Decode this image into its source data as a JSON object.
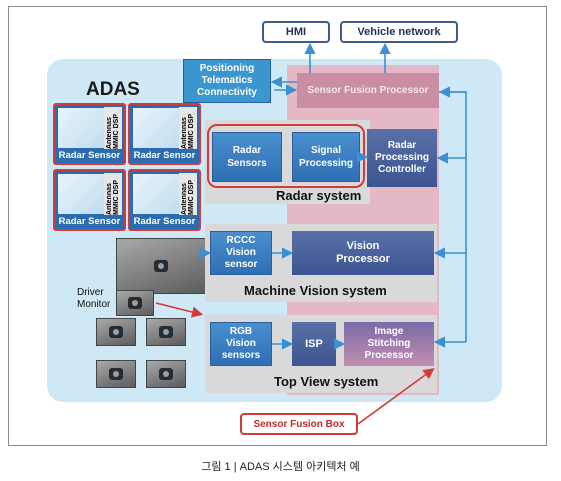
{
  "top": {
    "hmi": "HMI",
    "vehicle_network": "Vehicle network"
  },
  "adas_title": "ADAS",
  "positioning": "Positioning\nTelematics\nConnectivity",
  "sensor_fusion_processor": "Sensor Fusion Processor",
  "radar_sensors": [
    {
      "label": "Radar Sensor",
      "chip": "Antennas MMIC DSP"
    },
    {
      "label": "Radar Sensor",
      "chip": "Antennas MMIC DSP"
    },
    {
      "label": "Radar Sensor",
      "chip": "Antennas MMIC DSP"
    },
    {
      "label": "Radar Sensor",
      "chip": "Antennas MMIC DSP"
    }
  ],
  "radar_system": {
    "radar_sensors_box": "Radar\nSensors",
    "signal_processing": "Signal\nProcessing",
    "controller": "Radar\nProcessing\nController",
    "title": "Radar system"
  },
  "machine_vision": {
    "rccc": "RCCC\nVision\nsensor",
    "vision_processor": "Vision\nProcessor",
    "title": "Machine Vision system"
  },
  "top_view": {
    "rgb": "RGB\nVision\nsensors",
    "isp": "ISP",
    "stitching": "Image\nStitching\nProcessor",
    "title": "Top View system"
  },
  "driver_monitor": "Driver\nMonitor",
  "sensor_fusion_box": "Sensor Fusion Box",
  "caption": "그림 1 | ADAS 시스템 아키텍처 예",
  "colors": {
    "accent_blue": "#3b8fd4",
    "red": "#d23b3b",
    "pink": "#e8a8b4",
    "navy": "#3c5490"
  }
}
